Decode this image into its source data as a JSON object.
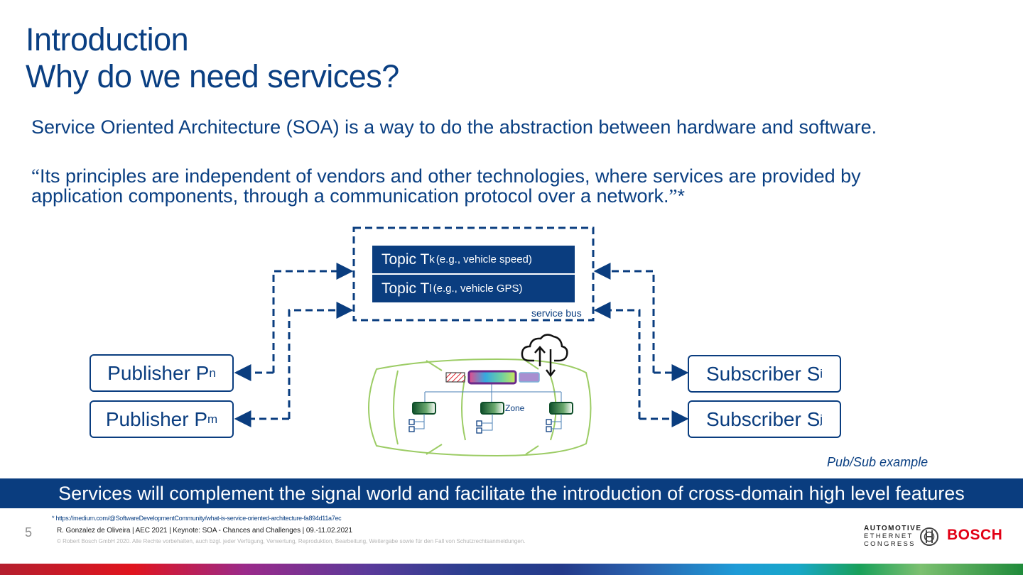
{
  "title": {
    "line1": "Introduction",
    "line2": "Why do we need services?"
  },
  "intro_text": "Service Oriented Architecture (SOA) is a way to do the abstraction between hardware and software.",
  "quote": {
    "open": "“",
    "line1": "Its principles are independent of vendors and other technologies, where services are provided by",
    "line2": "application components, through a communication protocol over a network.",
    "close": "”",
    "marker": "*"
  },
  "diagram": {
    "topics": [
      {
        "prefix": "Topic T",
        "sub": "k",
        "detail": " (e.g., vehicle speed)"
      },
      {
        "prefix": "Topic T",
        "sub": "l",
        "detail": " (e.g., vehicle GPS)"
      }
    ],
    "bus_label": "service bus",
    "publishers": [
      {
        "label": "Publisher P",
        "sub": "n"
      },
      {
        "label": "Publisher P",
        "sub": "m"
      }
    ],
    "subscribers": [
      {
        "label": "Subscriber S",
        "sub": "i"
      },
      {
        "label": "Subscriber S",
        "sub": "j"
      }
    ],
    "zone_label": "Zone",
    "caption": "Pub/Sub example",
    "icons": [
      "cloud-upload-download-icon",
      "car-outline-icon"
    ],
    "colors": {
      "primary": "#0a3d7f",
      "car_outline": "#9ccc65",
      "zone": "#1a6b35"
    }
  },
  "banner": "Services will complement the signal world and facilitate the introduction of cross-domain high level features",
  "footer": {
    "footnote": "* https://medium.com/@SoftwareDevelopmentCommunity/what-is-service-oriented-architecture-fa894d11a7ec",
    "page_number": "5",
    "author_line": "R. Gonzalez de Oliveira  | AEC 2021 | Keynote: SOA -  Chances and Challenges | 09.-11.02.2021",
    "copyright": "© Robert Bosch GmbH 2020. Alle Rechte vorbehalten, auch bzgl. jeder Verfügung, Verwertung, Reproduktion, Bearbeitung, Weitergabe sowie für den Fall von Schutzrechtsanmeldungen.",
    "aec_logo": {
      "line1": "AUTOMOTIVE",
      "line2": "ETHERNET",
      "line3": "CONGRESS"
    },
    "bosch_logo": "BOSCH"
  }
}
